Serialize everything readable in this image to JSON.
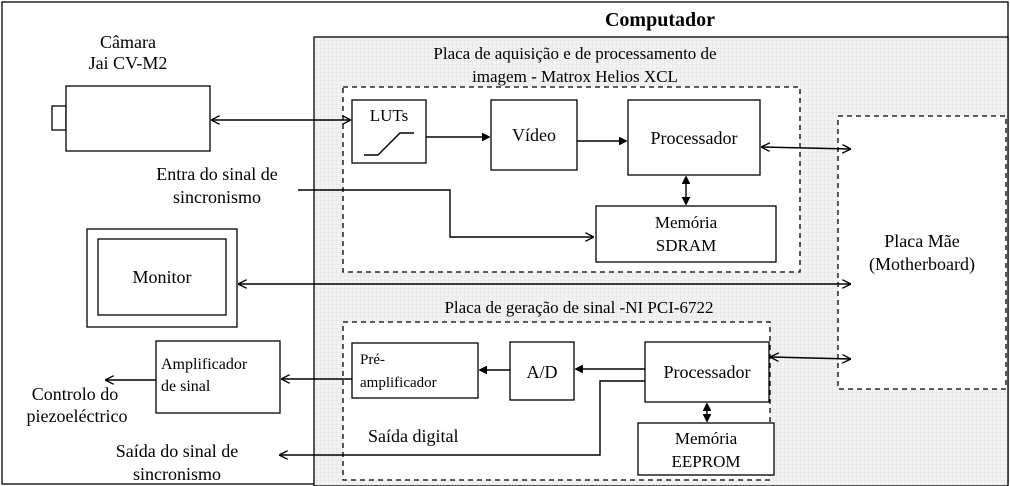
{
  "colors": {
    "stroke": "#000000",
    "background": "#ffffff",
    "computer_fill": "#efefef"
  },
  "computer": {
    "title": "Computador"
  },
  "camera": {
    "line1": "Câmara",
    "line2": "Jai CV-M2"
  },
  "acquisition_board": {
    "line1": "Placa de aquisição e de processamento de",
    "line2": "imagem - Matrox Helios XCL",
    "luts": "LUTs",
    "video": "Vídeo",
    "processor": "Processador",
    "memory_line1": "Memória",
    "memory_line2": "SDRAM"
  },
  "sync_input": {
    "line1": "Entra do sinal de",
    "line2": "sincronismo"
  },
  "monitor": {
    "label": "Monitor"
  },
  "motherboard": {
    "line1": "Placa Mãe",
    "line2": "(Motherboard)"
  },
  "signal_board": {
    "title": "Placa de geração de sinal -NI PCI-6722",
    "preamp_line1": "Pré-",
    "preamp_line2": "amplificador",
    "ad": "A/D",
    "processor": "Processador",
    "memory_line1": "Memória",
    "memory_line2": "EEPROM",
    "digital_out": "Saída digital"
  },
  "amplifier": {
    "line1": "Amplificador",
    "line2": "de sinal"
  },
  "piezo_control": {
    "line1": "Controlo do",
    "line2": "piezoeléctrico"
  },
  "sync_output": {
    "line1": "Saída do sinal de",
    "line2": "sincronismo"
  }
}
